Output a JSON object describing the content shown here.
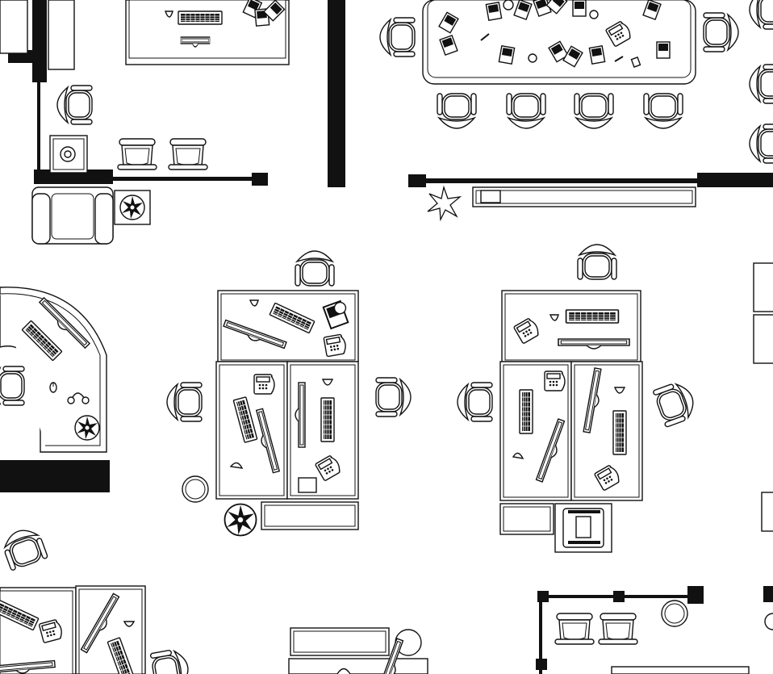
{
  "drawing": {
    "type": "architectural office floor plan (black line drawing on white)",
    "text_labels": []
  },
  "colors": {
    "background": "#ffffff",
    "lines": "#111111"
  },
  "rooms": [
    {
      "id": "private-office-top-left",
      "items": [
        "desk-with-computer",
        "armchair",
        "two-guest-chairs",
        "safe",
        "sofa",
        "potted-plant"
      ]
    },
    {
      "id": "conference-room",
      "items": [
        "conference-table",
        "ten-chairs",
        "papers-and-documents",
        "potted-plant",
        "side-cabinet"
      ]
    },
    {
      "id": "small-office-bottom-right",
      "items": [
        "two-chairs",
        "round-table"
      ]
    }
  ],
  "open_area": [
    {
      "id": "workstation-cluster-center",
      "desks": 3,
      "chairs": 3,
      "items": [
        "computers",
        "phones",
        "lamp",
        "waste-bin",
        "plant",
        "cabinet"
      ]
    },
    {
      "id": "workstation-cluster-right",
      "desks": 3,
      "chairs": 3,
      "items": [
        "computers",
        "phones",
        "printer",
        "cabinet"
      ]
    },
    {
      "id": "curved-reception-desk",
      "items": [
        "keyboard",
        "monitor",
        "headset",
        "plant"
      ]
    },
    {
      "id": "workstation-cluster-bottom-left",
      "desks": 2,
      "chairs": 2,
      "items": [
        "keyboards",
        "phone"
      ]
    }
  ],
  "icons": [
    "armchair-icon",
    "monitor-icon",
    "keyboard-icon",
    "phone-icon",
    "plant-icon",
    "printer-icon",
    "lamp-icon",
    "round-table-icon"
  ]
}
